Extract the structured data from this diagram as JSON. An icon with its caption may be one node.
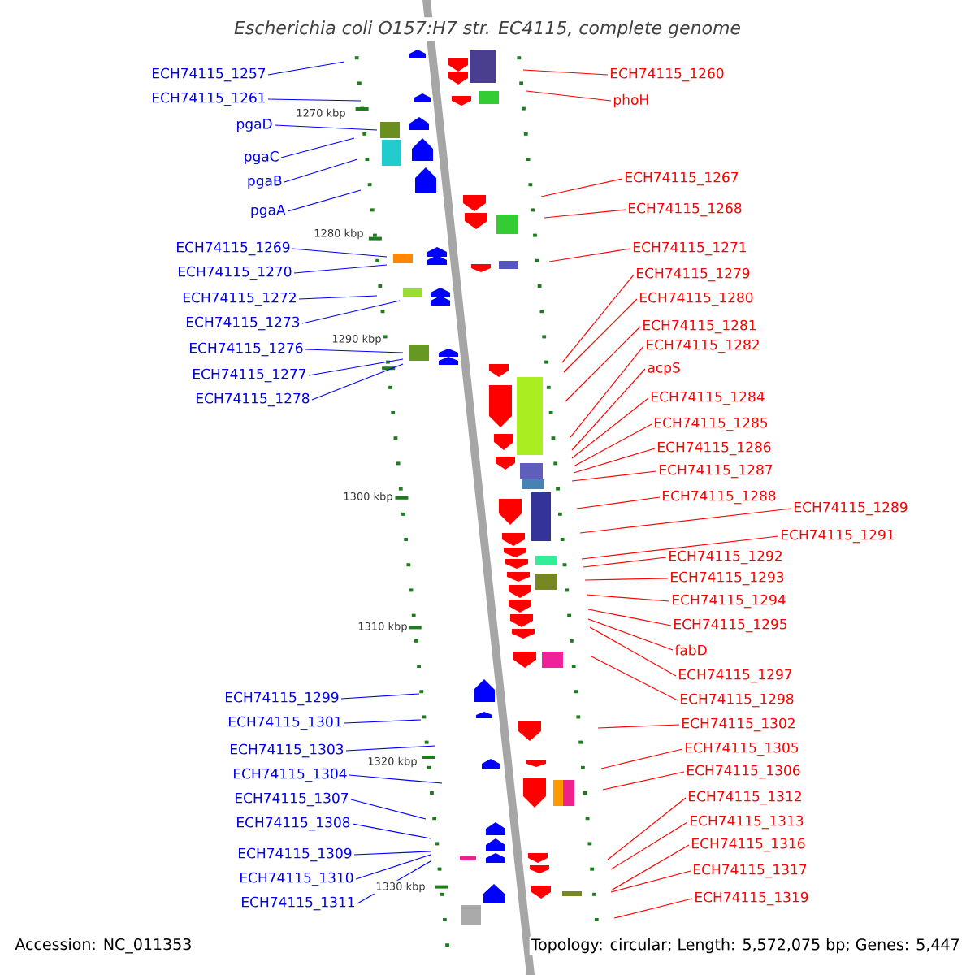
{
  "diagram": {
    "title": "Escherichia coli O157:H7 str. EC4115, complete genome",
    "nodes": [
      {
        "text": [
          "ECH74115_1257"
        ]
      },
      {
        "text": [
          "ECH74115_1261"
        ]
      },
      {
        "text": [
          "pgaD"
        ]
      },
      {
        "text": [
          "pgaC"
        ]
      },
      {
        "text": [
          "pgaB"
        ]
      },
      {
        "text": [
          "pgaA"
        ]
      },
      {
        "text": [
          "ECH74115_1269"
        ]
      },
      {
        "text": [
          "ECH74115_1270"
        ]
      },
      {
        "text": [
          "ECH74115_1272"
        ]
      },
      {
        "text": [
          "ECH74115_1273"
        ]
      },
      {
        "text": [
          "ECH74115_1276"
        ]
      },
      {
        "text": [
          "ECH74115_1277"
        ]
      },
      {
        "text": [
          "ECH74115_1278"
        ]
      },
      {
        "text": [
          "ECH74115_1299"
        ]
      },
      {
        "text": [
          "ECH74115_1301"
        ]
      },
      {
        "text": [
          "ECH74115_1303"
        ]
      },
      {
        "text": [
          "ECH74115_1304"
        ]
      },
      {
        "text": [
          "ECH74115_1307"
        ]
      },
      {
        "text": [
          "ECH74115_1308"
        ]
      },
      {
        "text": [
          "ECH74115_1309"
        ]
      },
      {
        "text": [
          "ECH74115_1310"
        ]
      },
      {
        "text": [
          "ECH74115_1311"
        ]
      },
      {
        "text": [
          "ECH74115_1260"
        ]
      },
      {
        "text": [
          "phoH"
        ]
      },
      {
        "text": [
          "ECH74115_1267"
        ]
      },
      {
        "text": [
          "ECH74115_1268"
        ]
      },
      {
        "text": [
          "ECH74115_1271"
        ]
      },
      {
        "text": [
          "ECH74115_1279"
        ]
      },
      {
        "text": [
          "ECH74115_1280"
        ]
      },
      {
        "text": [
          "ECH74115_1281"
        ]
      },
      {
        "text": [
          "ECH74115_1282"
        ]
      },
      {
        "text": [
          "acpS"
        ]
      },
      {
        "text": [
          "ECH74115_1284"
        ]
      },
      {
        "text": [
          "ECH74115_1285"
        ]
      },
      {
        "text": [
          "ECH74115_1286"
        ]
      },
      {
        "text": [
          "ECH74115_1287"
        ]
      },
      {
        "text": [
          "ECH74115_1288"
        ]
      },
      {
        "text": [
          "ECH74115_1289"
        ]
      },
      {
        "text": [
          "ECH74115_1291"
        ]
      },
      {
        "text": [
          "ECH74115_1292"
        ]
      },
      {
        "text": [
          "ECH74115_1293"
        ]
      },
      {
        "text": [
          "ECH74115_1294"
        ]
      },
      {
        "text": [
          "ECH74115_1295"
        ]
      },
      {
        "text": [
          "fabD"
        ]
      },
      {
        "text": [
          "ECH74115_1297"
        ]
      },
      {
        "text": [
          "ECH74115_1298"
        ]
      },
      {
        "text": [
          "ECH74115_1302"
        ]
      },
      {
        "text": [
          "ECH74115_1305"
        ]
      },
      {
        "text": [
          "ECH74115_1306"
        ]
      },
      {
        "text": [
          "ECH74115_1312"
        ]
      },
      {
        "text": [
          "ECH74115_1313"
        ]
      },
      {
        "text": [
          "ECH74115_1316"
        ]
      },
      {
        "text": [
          "ECH74115_1317"
        ]
      },
      {
        "text": [
          "ECH74115_1319"
        ]
      }
    ],
    "edges": [
      {
        "from": 0,
        "to": null,
        "arrow": "none",
        "color": "#0000ff"
      },
      {
        "from": 1,
        "to": null,
        "arrow": "none",
        "color": "#0000ff"
      },
      {
        "from": 2,
        "to": null,
        "arrow": "none",
        "color": "#0000ff"
      },
      {
        "from": 3,
        "to": null,
        "arrow": "none",
        "color": "#0000ff"
      },
      {
        "from": 4,
        "to": null,
        "arrow": "none",
        "color": "#0000ff"
      },
      {
        "from": 5,
        "to": null,
        "arrow": "none",
        "color": "#0000ff"
      },
      {
        "from": 6,
        "to": null,
        "arrow": "none",
        "color": "#0000ff"
      },
      {
        "from": 7,
        "to": null,
        "arrow": "none",
        "color": "#0000ff"
      },
      {
        "from": 8,
        "to": null,
        "arrow": "none",
        "color": "#0000ff"
      },
      {
        "from": 9,
        "to": null,
        "arrow": "none",
        "color": "#0000ff"
      },
      {
        "from": 10,
        "to": null,
        "arrow": "none",
        "color": "#0000ff"
      },
      {
        "from": 11,
        "to": null,
        "arrow": "none",
        "color": "#0000ff"
      },
      {
        "from": 12,
        "to": null,
        "arrow": "none",
        "color": "#0000ff"
      },
      {
        "from": 13,
        "to": null,
        "arrow": "none",
        "color": "#0000ff"
      },
      {
        "from": 14,
        "to": null,
        "arrow": "none",
        "color": "#0000ff"
      },
      {
        "from": 15,
        "to": null,
        "arrow": "none",
        "color": "#0000ff"
      },
      {
        "from": 16,
        "to": null,
        "arrow": "none",
        "color": "#0000ff"
      },
      {
        "from": 17,
        "to": null,
        "arrow": "none",
        "color": "#0000ff"
      },
      {
        "from": 18,
        "to": null,
        "arrow": "none",
        "color": "#0000ff"
      },
      {
        "from": 19,
        "to": null,
        "arrow": "none",
        "color": "#0000ff"
      },
      {
        "from": 20,
        "to": null,
        "arrow": "none",
        "color": "#0000ff"
      },
      {
        "from": 21,
        "to": null,
        "arrow": "none",
        "color": "#0000ff"
      },
      {
        "from": 22,
        "to": null,
        "arrow": "none"
      },
      {
        "from": 23,
        "to": null,
        "arrow": "none"
      },
      {
        "from": 24,
        "to": null,
        "arrow": "none"
      },
      {
        "from": 25,
        "to": null,
        "arrow": "none"
      },
      {
        "from": 26,
        "to": null,
        "arrow": "none"
      },
      {
        "from": 27,
        "to": null,
        "arrow": "none"
      },
      {
        "from": 28,
        "to": null,
        "arrow": "none"
      },
      {
        "from": 29,
        "to": null,
        "arrow": "none"
      },
      {
        "from": 30,
        "to": null,
        "arrow": "none"
      },
      {
        "from": 31,
        "to": null,
        "arrow": "none"
      },
      {
        "from": 32,
        "to": null,
        "arrow": "none"
      },
      {
        "from": 33,
        "to": null,
        "arrow": "none"
      },
      {
        "from": 34,
        "to": null,
        "arrow": "none"
      },
      {
        "from": 35,
        "to": null,
        "arrow": "none"
      },
      {
        "from": 36,
        "to": null,
        "arrow": "none"
      },
      {
        "from": 37,
        "to": null,
        "arrow": "none"
      },
      {
        "from": 38,
        "to": null,
        "arrow": "none"
      },
      {
        "from": 39,
        "to": null,
        "arrow": "none"
      },
      {
        "from": 40,
        "to": null,
        "arrow": "none"
      },
      {
        "from": 41,
        "to": null,
        "arrow": "none"
      },
      {
        "from": 42,
        "to": null,
        "arrow": "none"
      },
      {
        "from": 43,
        "to": null,
        "arrow": "none"
      },
      {
        "from": 44,
        "to": null,
        "arrow": "none"
      },
      {
        "from": 45,
        "to": null,
        "arrow": "none"
      },
      {
        "from": 46,
        "to": null,
        "arrow": "none"
      },
      {
        "from": 47,
        "to": null,
        "arrow": "none"
      },
      {
        "from": 48,
        "to": null,
        "arrow": "none"
      },
      {
        "from": 49,
        "to": null,
        "arrow": "none"
      },
      {
        "from": 50,
        "to": null,
        "arrow": "none"
      },
      {
        "from": 51,
        "to": null,
        "arrow": "none"
      },
      {
        "from": 52,
        "to": null,
        "arrow": "none"
      },
      {
        "from": 53,
        "to": null,
        "arrow": "none"
      }
    ],
    "labels": [
      "1270 kbp",
      "1280 kbp",
      "1290 kbp",
      "1300 kbp",
      "1310 kbp",
      "1320 kbp",
      "1330 kbp",
      "Accession: NC_011353",
      "Topology: circular; Length: 5,572,075 bp; Genes: 5,447"
    ]
  }
}
